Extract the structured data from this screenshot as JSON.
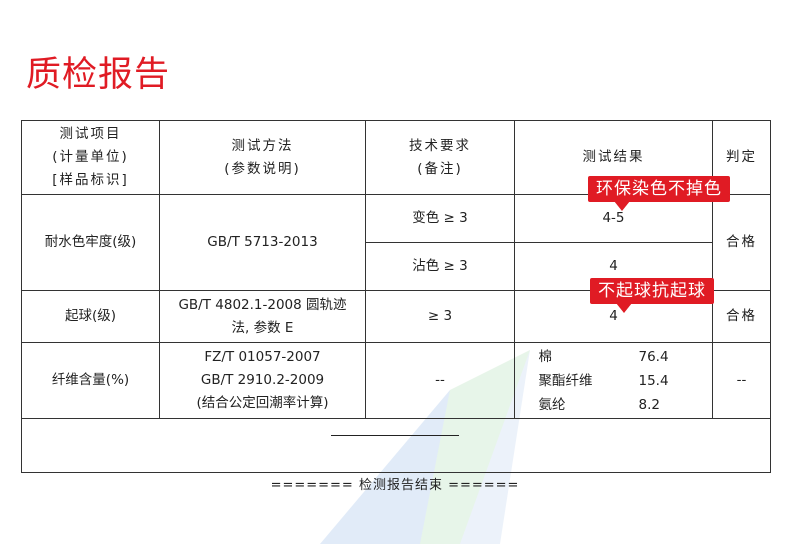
{
  "page": {
    "title": "质检报告",
    "footer": "======= 检测报告结束 ======"
  },
  "table": {
    "headers": {
      "item": [
        "测试项目",
        "(计量单位)",
        "[样品标识]"
      ],
      "method": [
        "测试方法",
        "(参数说明)"
      ],
      "requirement": [
        "技术要求",
        "(备注)"
      ],
      "result": "测试结果",
      "judgement": "判定"
    },
    "rows": {
      "colorfastness": {
        "item": "耐水色牢度(级)",
        "method": "GB/T 5713-2013",
        "sub1_requirement": "变色 ≥ 3",
        "sub1_result": "4-5",
        "sub2_requirement": "沾色 ≥ 3",
        "sub2_result": "4",
        "judgement": "合格"
      },
      "pilling": {
        "item": "起球(级)",
        "method_line1": "GB/T 4802.1-2008 圆轨迹",
        "method_line2": "法, 参数 E",
        "requirement": "≥ 3",
        "result": "4",
        "judgement": "合格"
      },
      "fiber": {
        "item": "纤维含量(%)",
        "method_line1": "FZ/T 01057-2007",
        "method_line2": "GB/T 2910.2-2009",
        "method_line3": "(结合公定回潮率计算)",
        "requirement": "--",
        "results": [
          {
            "name": "棉",
            "value": "76.4"
          },
          {
            "name": "聚酯纤维",
            "value": "15.4"
          },
          {
            "name": "氨纶",
            "value": "8.2"
          }
        ],
        "judgement": "--"
      }
    }
  },
  "callouts": {
    "colorfastness": "环保染色不掉色",
    "pilling": "不起球抗起球"
  },
  "colors": {
    "accent": "#e01b24",
    "watermark_green": "#9fd8a8",
    "watermark_blue": "#a9c6ea"
  }
}
